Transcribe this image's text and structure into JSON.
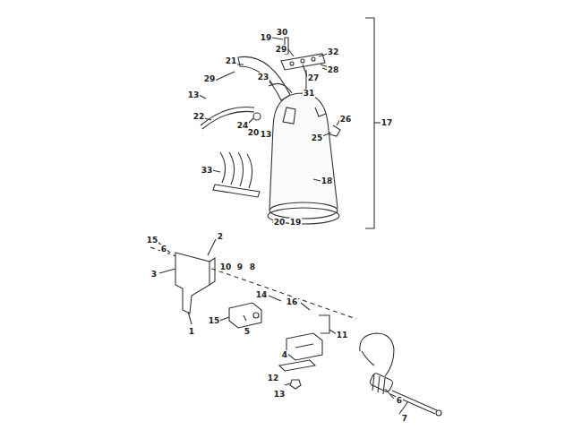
{
  "diagram": {
    "labels": [
      "19",
      "30",
      "29",
      "32",
      "21",
      "28",
      "23",
      "27",
      "29",
      "31",
      "13",
      "26",
      "22",
      "24",
      "20",
      "13",
      "25",
      "17",
      "33",
      "18",
      "20",
      "19",
      "15",
      "6",
      "2",
      "10",
      "9",
      "8",
      "3",
      "14",
      "16",
      "1",
      "15",
      "5",
      "11",
      "4",
      "12",
      "13",
      "6",
      "7"
    ]
  }
}
